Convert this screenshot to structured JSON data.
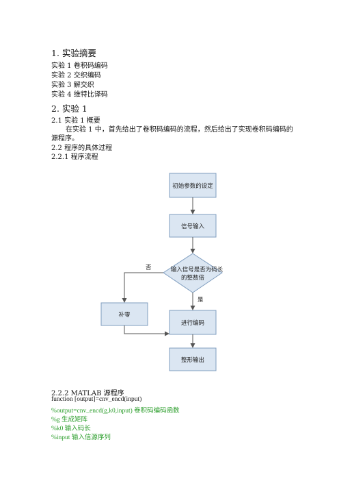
{
  "sections": {
    "s1_heading": "1.  实验摘要",
    "s1_items": [
      "实验 1  卷积码编码",
      "实验 2  交织编码",
      "实验 3  解交织",
      "实验 4  维特比译码"
    ],
    "s2_heading": "2.  实验 1",
    "s21": "2.1  实验 1 概要",
    "s21_para_line1": "在实验 1 中，首先给出了卷积码编码的流程，然后给出了实现卷积码编码的",
    "s21_para_line2": "源程序。",
    "s22": "2.2 程序的具体过程",
    "s221": "2.2.1 程序流程",
    "s222": "2.2.2     MATLAB 源程序"
  },
  "flowchart": {
    "box1": "初始参数的设定",
    "box2": "信号输入",
    "diamond_line1": "输入信号是否为码长",
    "diamond_line2": "的整数倍",
    "label_no": "否",
    "label_yes": "是",
    "box_pad": "补零",
    "box_encode": "进行编码",
    "box_output": "整形输出"
  },
  "code": {
    "line1": "function [output]=cnv_encd(input)",
    "line2": "%output=cnv_encd(g,k0,input)  卷积码编码函数",
    "line3": "%g    生成矩阵",
    "line4": "%k0  输入码长",
    "line5": "%input    输入信源序列"
  },
  "colors": {
    "comment": "#2a9d2a",
    "box_fill": "#dbe6f2",
    "box_border": "#7f9dbf"
  }
}
